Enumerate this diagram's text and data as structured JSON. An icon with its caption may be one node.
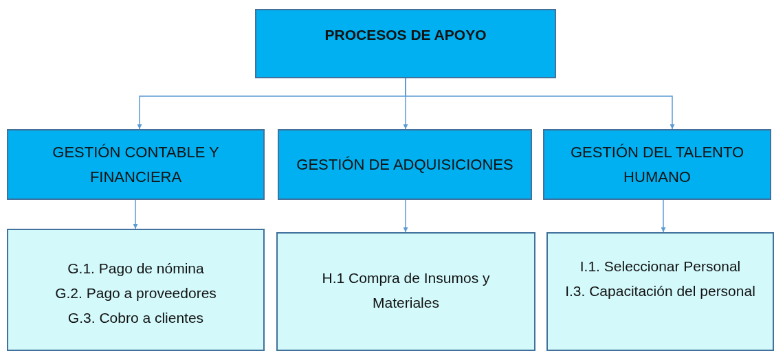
{
  "diagram": {
    "nodes": [
      {
        "text": [
          "PROCESOS DE APOYO"
        ]
      },
      {
        "text": [
          "GESTIÓN CONTABLE Y FINANCIERA"
        ]
      },
      {
        "text": [
          "GESTIÓN DE ADQUISICIONES"
        ]
      },
      {
        "text": [
          "GESTIÓN DEL TALENTO HUMANO"
        ]
      },
      {
        "text": [
          "G.1. Pago de nómina",
          "G.2. Pago a proveedores",
          "G.3. Cobro a clientes"
        ]
      },
      {
        "text": [
          "H.1 Compra de Insumos y Materiales"
        ]
      },
      {
        "text": [
          "I.1. Seleccionar Personal",
          "I.3. Capacitación del personal"
        ]
      }
    ],
    "edges": [
      {
        "from": 0,
        "to": 1,
        "arrow": "to"
      },
      {
        "from": 0,
        "to": 2,
        "arrow": "to"
      },
      {
        "from": 0,
        "to": 3,
        "arrow": "to"
      },
      {
        "from": 1,
        "to": 4,
        "arrow": "to"
      },
      {
        "from": 2,
        "to": 5,
        "arrow": "to"
      },
      {
        "from": 3,
        "to": 6,
        "arrow": "to"
      }
    ]
  }
}
